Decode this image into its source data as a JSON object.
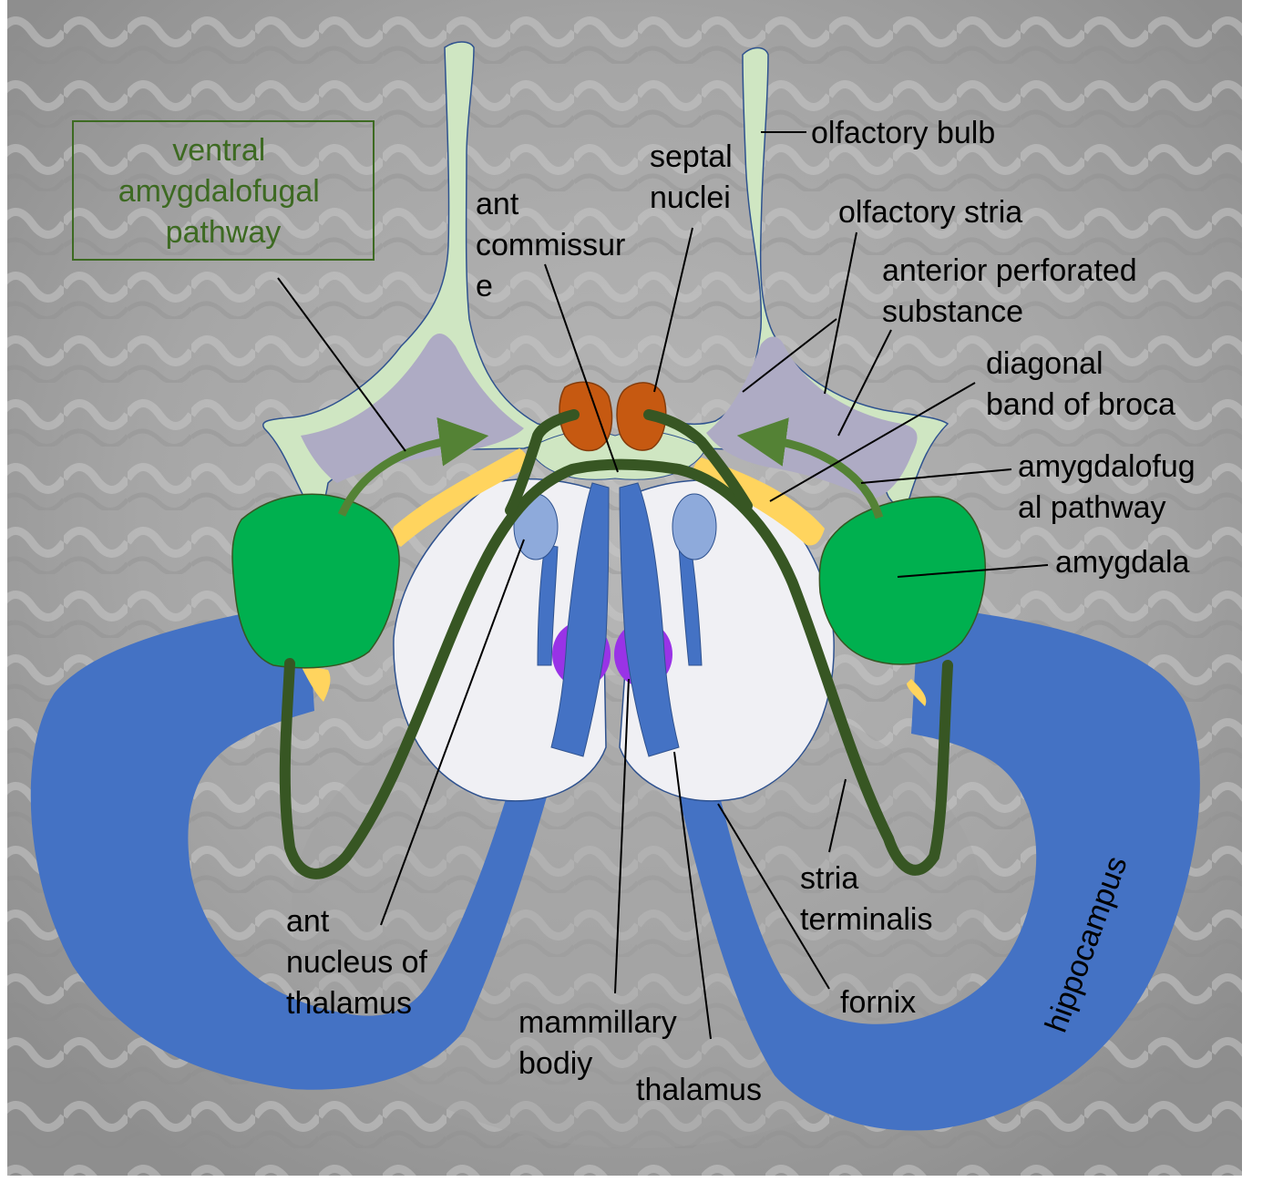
{
  "boxed_label": [
    "ventral",
    "amygdalofugal",
    "pathway"
  ],
  "labels": {
    "olfactory_bulb": [
      "olfactory bulb"
    ],
    "septal_nuclei": [
      "septal",
      "nuclei"
    ],
    "ant_commissure": [
      "ant",
      "commissur",
      "e"
    ],
    "olfactory_stria": [
      "olfactory stria"
    ],
    "anterior_perforated_substance": [
      "anterior perforated",
      "substance"
    ],
    "diagonal_band": [
      "diagonal",
      "band of broca"
    ],
    "amygdalofugal_pathway": [
      "amygdalofug",
      "al pathway"
    ],
    "amygdala": [
      "amygdala"
    ],
    "stria_terminalis": [
      "stria",
      "terminalis"
    ],
    "hippocampus": [
      "hippocampus"
    ],
    "fornix": [
      "fornix"
    ],
    "ant_nucleus_thalamus": [
      "ant",
      "nucleus of",
      "thalamus"
    ],
    "mammillary_body": [
      "mammillary",
      "bodiy"
    ],
    "thalamus": [
      "thalamus"
    ]
  },
  "colors": {
    "olfactory": "#cfe6c2",
    "perforated_substance": "#aeabc4",
    "diagonal_band": "#ffd45e",
    "amygdala": "#00b04f",
    "pathway_arrow": "#548235",
    "stria_terminalis": "#375623",
    "septal_nuclei": "#c65911",
    "fornix_hippocampus": "#4472c4",
    "ant_nucleus": "#8eaadb",
    "mammillary": "#9933e6",
    "thalamus": "#f0f0f4",
    "boxed_text": "#3d6a22"
  }
}
